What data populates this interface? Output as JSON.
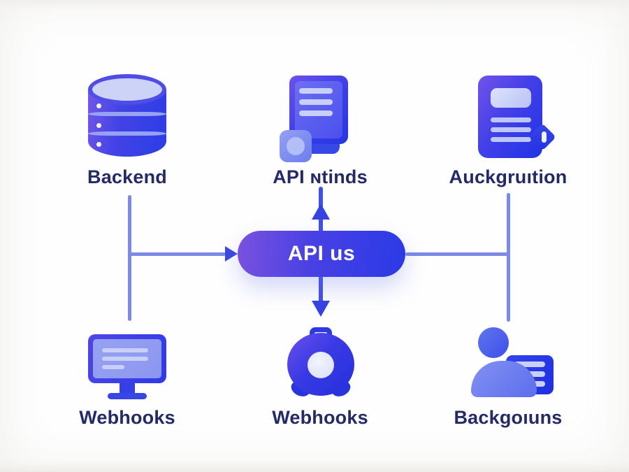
{
  "diagram": {
    "center_node": {
      "label": "API us"
    },
    "nodes": {
      "top": [
        {
          "id": "backend",
          "label": "Backend",
          "icon": "database-icon"
        },
        {
          "id": "api-ntinds",
          "label": "API ɴtinds",
          "icon": "tablet-note-icon"
        },
        {
          "id": "auckgruition",
          "label": "Auckgruıtion",
          "icon": "document-pencil-icon"
        }
      ],
      "bottom": [
        {
          "id": "webhooks-monitor",
          "label": "Webhooks",
          "icon": "monitor-icon"
        },
        {
          "id": "webhooks-webcam",
          "label": "Webhooks",
          "icon": "webcam-icon"
        },
        {
          "id": "backgoiuns",
          "label": "Backgoıuns",
          "icon": "user-card-icon"
        }
      ]
    },
    "connectors": {
      "left": "Backend column joins API us pill with right-pointing arrow",
      "right": "API us pill joins Auckgruıtion column",
      "up": "arrow from API us toward API ɴtinds",
      "down": "arrow from API us toward Webhooks webcam"
    },
    "palette": {
      "connector_line": "#7a8ae6",
      "arrowhead": "#3443e2",
      "label_text": "#232a66",
      "pill_gradient_left": "#7a52de",
      "pill_gradient_right": "#2b3ae6",
      "icon_purple": "#7053ea",
      "icon_blue": "#2533e2",
      "icon_light": "#c9d0f8",
      "background": "#fefefe"
    }
  }
}
